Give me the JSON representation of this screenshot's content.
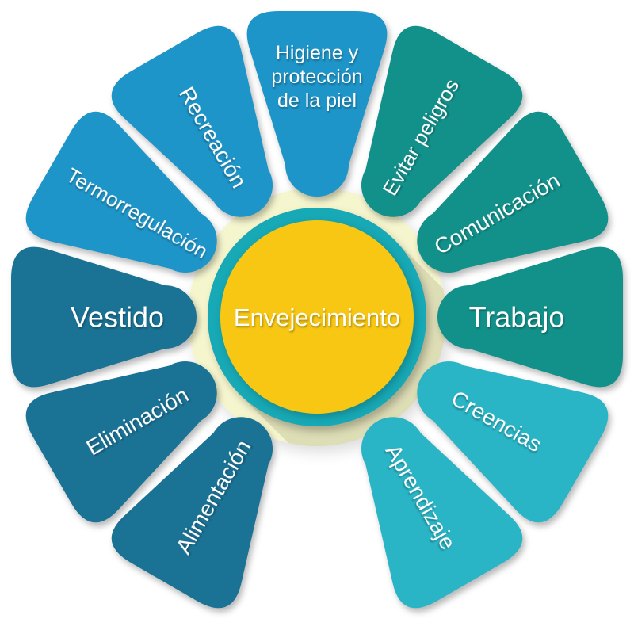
{
  "background_color": "#FFFFFF",
  "center": {
    "label": "Envejecimiento",
    "fill": "#F8C713",
    "ring_color": "#17A9B6",
    "halo_color": "#F5F5CE",
    "text_color": "#FFFFFF"
  },
  "petals": [
    {
      "label": "Higiene y protección de la piel",
      "lines": [
        "Higiene y",
        "protección",
        "de la piel"
      ],
      "angle": 0,
      "color": "#1E95C9"
    },
    {
      "label": "Evitar peligros",
      "angle": 30,
      "color": "#12918B"
    },
    {
      "label": "Comunicación",
      "angle": 60,
      "color": "#12918B"
    },
    {
      "label": "Trabajo",
      "angle": 90,
      "color": "#12918B"
    },
    {
      "label": "Creencias",
      "angle": 120,
      "color": "#29B5C6"
    },
    {
      "label": "Aprendizaje",
      "angle": 150,
      "color": "#29B5C6"
    },
    {
      "label": "Alimentación",
      "angle": 210,
      "color": "#1A7295"
    },
    {
      "label": "Eliminación",
      "angle": 240,
      "color": "#1A7295"
    },
    {
      "label": "Vestido",
      "angle": 270,
      "color": "#1A7295"
    },
    {
      "label": "Termorregulación",
      "angle": 300,
      "color": "#1E95C9"
    },
    {
      "label": "Recreación",
      "angle": 330,
      "color": "#1E95C9"
    }
  ]
}
